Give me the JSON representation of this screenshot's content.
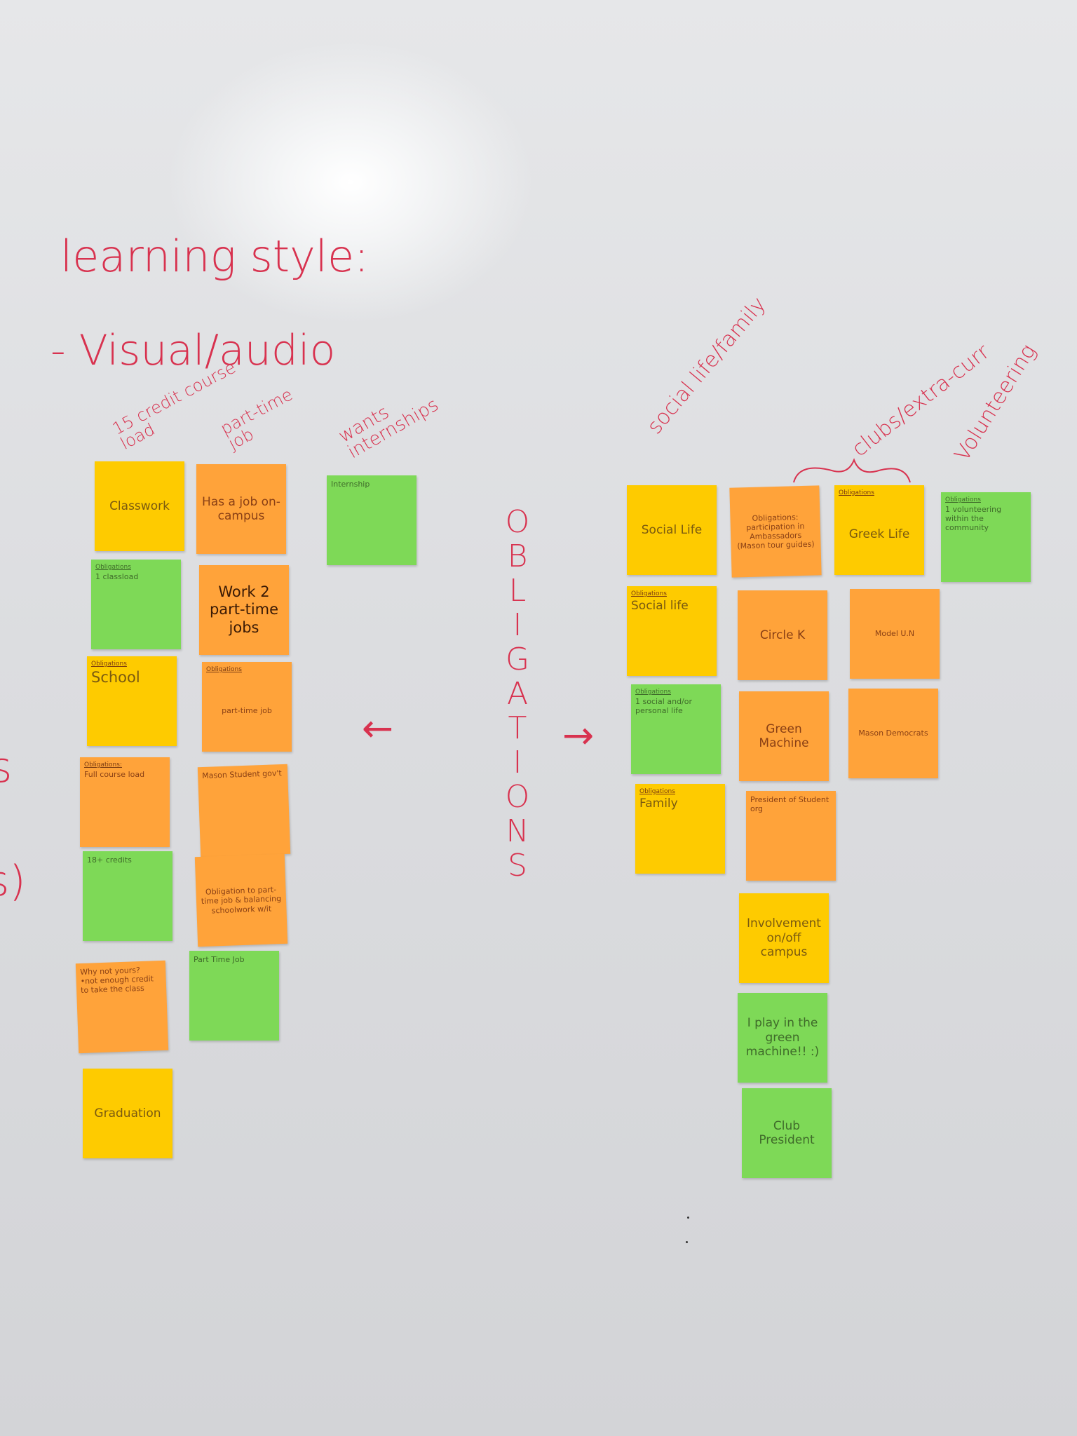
{
  "handwriting": {
    "learning_style_title": "learning style:",
    "learning_style_value": "- Visual/audio",
    "col_1_header": "15 credit course load",
    "col_2_header": "part-time job",
    "col_3_header": "wants internships",
    "col_4_header": "social life/family",
    "col_5_header": "clubs/extra-curr",
    "col_6_header": "Volunteering",
    "center_word_letters": [
      "O",
      "B",
      "L",
      "I",
      "G",
      "A",
      "T",
      "I",
      "O",
      "N",
      "S"
    ],
    "arrow_left": "←",
    "arrow_right": "→",
    "edge_fragment_1": "s",
    "edge_fragment_2": "s)"
  },
  "notes": {
    "classwork": {
      "header": "",
      "text": "Classwork"
    },
    "one_classload": {
      "header": "Obligations",
      "text": "1 classload"
    },
    "school": {
      "header": "Obligations",
      "text": "School"
    },
    "full_course": {
      "header": "Obligations:",
      "text": "Full course load"
    },
    "credits_18": {
      "header": "",
      "text": "18+ credits"
    },
    "why_not_yours": {
      "header": "",
      "text": "Why not yours?\n•not enough credit to take the class"
    },
    "graduation": {
      "header": "",
      "text": "Graduation"
    },
    "has_a_job": {
      "header": "",
      "text": "Has a job on-campus"
    },
    "work_2_jobs": {
      "header": "",
      "text": "Work 2 part-time jobs"
    },
    "oblig_parttime": {
      "header": "Obligations",
      "text": "part-time job"
    },
    "mason_govt": {
      "header": "",
      "text": "Mason Student gov't"
    },
    "oblig_balancing": {
      "header": "",
      "text": "Obligation to part-time job & balancing schoolwork w/it"
    },
    "part_time_job": {
      "header": "",
      "text": "Part Time Job"
    },
    "internship": {
      "header": "",
      "text": "Internship"
    },
    "social_life_1": {
      "header": "",
      "text": "Social Life"
    },
    "social_life_2": {
      "header": "Obligations",
      "text": "Social life"
    },
    "social_personal": {
      "header": "Obligations",
      "text": "1 social and/or personal life"
    },
    "family": {
      "header": "Obligations",
      "text": "Family"
    },
    "ambassadors": {
      "header": "",
      "text": "Obligations: participation in Ambassadors (Mason tour guides)"
    },
    "circle_k": {
      "header": "",
      "text": "Circle K"
    },
    "green_machine": {
      "header": "",
      "text": "Green Machine"
    },
    "president_org": {
      "header": "",
      "text": "President of Student org"
    },
    "involvement": {
      "header": "",
      "text": "Involvement on/off campus"
    },
    "i_play": {
      "header": "",
      "text": "I play in the green machine!! :)"
    },
    "club_president": {
      "header": "",
      "text": "Club President"
    },
    "greek_life": {
      "header": "Obligations",
      "text": "Greek Life"
    },
    "model_un": {
      "header": "",
      "text": "Model U.N"
    },
    "mason_democrats": {
      "header": "",
      "text": "Mason Democrats"
    },
    "volunteering": {
      "header": "Obligations",
      "text": "1 volunteering within the community"
    }
  },
  "colors": {
    "ink": "#d8324f",
    "orange": "#ffa33a",
    "yellow": "#fecb00",
    "green": "#7ed957"
  }
}
